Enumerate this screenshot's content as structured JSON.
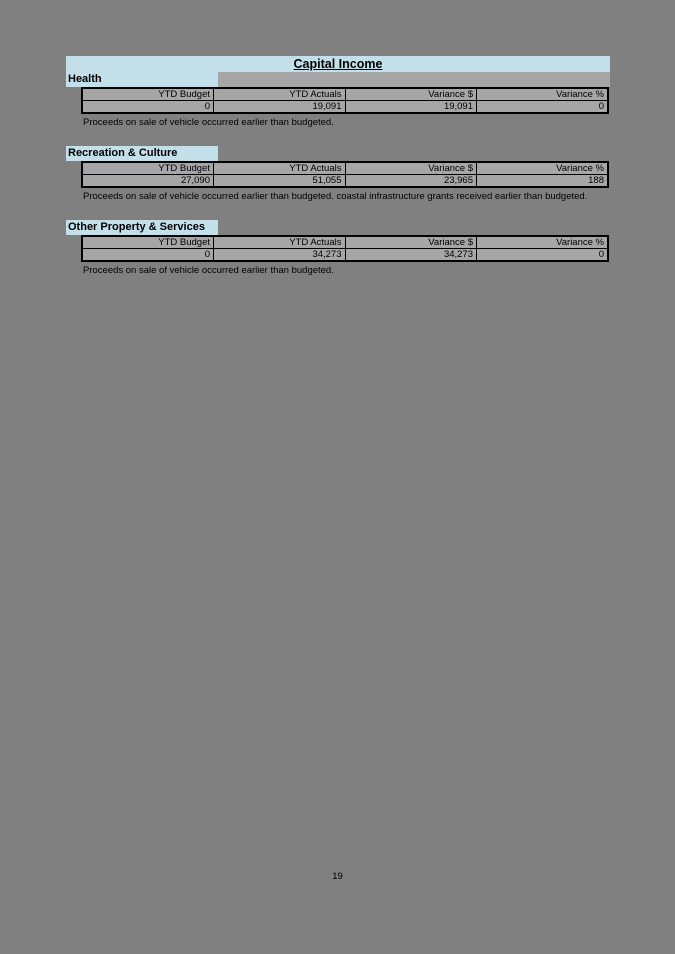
{
  "page": {
    "title": "Capital Income",
    "page_number": "19",
    "colors": {
      "background": "#808080",
      "section_fill": "#C2DFEA",
      "cell_fill": "#A6A6A6"
    }
  },
  "table_headers": [
    "YTD Budget",
    "YTD Actuals",
    "Variance $",
    "Variance %"
  ],
  "sections": [
    {
      "name": "Health",
      "values": [
        "0",
        "19,091",
        "19,091",
        "0"
      ],
      "note": "Proceeds on sale of vehicle occurred earlier than budgeted."
    },
    {
      "name": "Recreation & Culture",
      "values": [
        "27,090",
        "51,055",
        "23,965",
        "188"
      ],
      "note": "Proceeds on sale of vehicle occurred earlier than budgeted.  coastal infrastructure grants received earlier than budgeted."
    },
    {
      "name": "Other Property & Services",
      "values": [
        "0",
        "34,273",
        "34,273",
        "0"
      ],
      "note": "Proceeds on sale of vehicle occurred earlier than budgeted."
    }
  ]
}
